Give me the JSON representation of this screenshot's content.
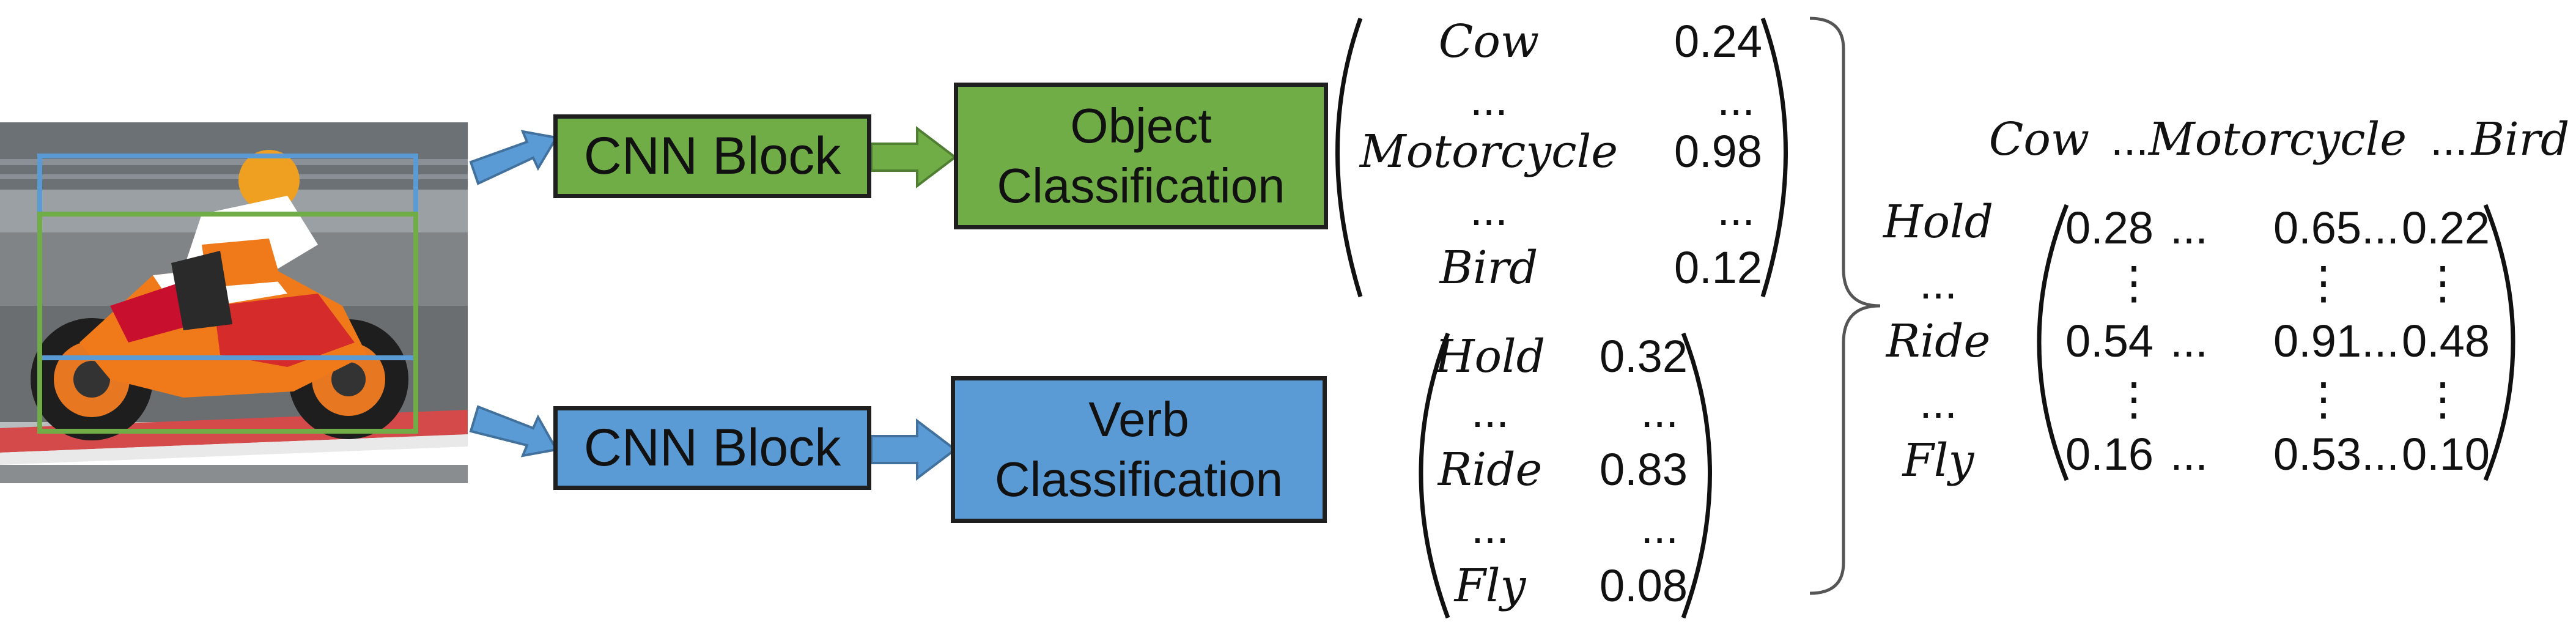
{
  "blocks": {
    "cnn_top": "CNN Block",
    "cnn_bottom": "CNN Block",
    "object_line1": "Object",
    "object_line2": "Classification",
    "verb_line1": "Verb",
    "verb_line2": "Classification"
  },
  "object_scores": [
    {
      "label": "Cow",
      "value": "0.24"
    },
    {
      "label": "...",
      "value": "..."
    },
    {
      "label": "Motorcycle",
      "value": "0.98"
    },
    {
      "label": "...",
      "value": "..."
    },
    {
      "label": "Bird",
      "value": "0.12"
    }
  ],
  "verb_scores": [
    {
      "label": "Hold",
      "value": "0.32"
    },
    {
      "label": "...",
      "value": "..."
    },
    {
      "label": "Ride",
      "value": "0.83"
    },
    {
      "label": "...",
      "value": "..."
    },
    {
      "label": "Fly",
      "value": "0.08"
    }
  ],
  "matrix": {
    "col_headers": [
      "Cow",
      "...",
      "Motorcycle",
      "...",
      "Bird"
    ],
    "row_labels": [
      "Hold",
      "...",
      "Ride",
      "...",
      "Fly"
    ],
    "rows": [
      [
        "0.28",
        "...",
        "0.65",
        "...",
        "0.22"
      ],
      [
        "⋮",
        "",
        "⋮",
        "",
        "⋮"
      ],
      [
        "0.54",
        "...",
        "0.91",
        "...",
        "0.48"
      ],
      [
        "⋮",
        "",
        "⋮",
        "",
        "⋮"
      ],
      [
        "0.16",
        "...",
        "0.53",
        "...",
        "0.10"
      ]
    ]
  },
  "colors": {
    "object_green": "#70ad47",
    "verb_blue": "#5b9bd5",
    "box_green": "#70ad47",
    "box_blue": "#5b9bd5"
  }
}
